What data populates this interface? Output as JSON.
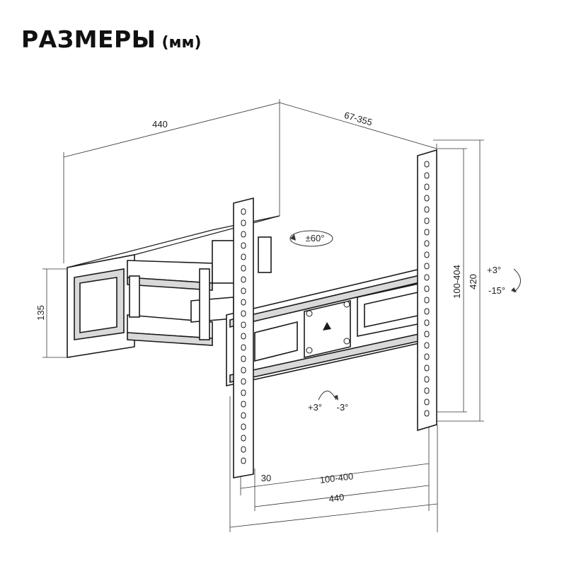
{
  "title": {
    "main": "РАЗМЕРЫ",
    "unit": "(мм)"
  },
  "dimensions": {
    "wall_width": "440",
    "extension": "67-355",
    "wall_plate_height": "135",
    "vesa_vertical": "100-404",
    "bracket_height": "420",
    "vesa_horizontal": "100-400",
    "bracket_width": "440",
    "rail_width": "30"
  },
  "angles": {
    "swivel": "±60°",
    "tilt_up": "+3°",
    "tilt_down": "-15°",
    "level_plus": "+3°",
    "level_minus": "-3°"
  },
  "icons": {
    "swivel": "rotate-arrow-icon",
    "tilt": "tilt-arrow-icon",
    "level": "level-rotate-icon"
  }
}
